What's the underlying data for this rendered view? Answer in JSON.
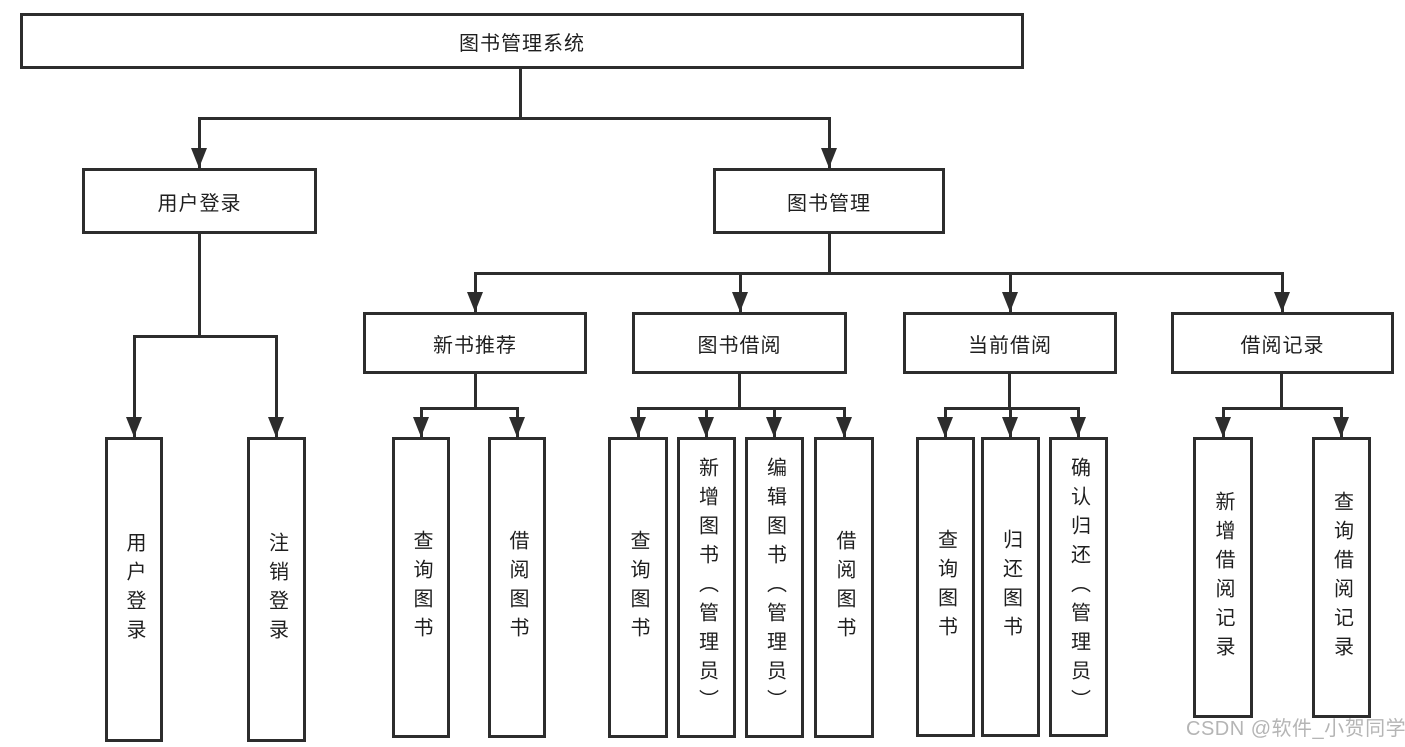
{
  "colors": {
    "line": "#2d2d2d",
    "text": "#1f1f1f",
    "box-bg": "#ffffff",
    "watermark": "#b5b5b5"
  },
  "nodes": {
    "root": "图书管理系统",
    "level2": {
      "user_login": "用户登录",
      "book_mgmt": "图书管理"
    },
    "level3": {
      "new_book_rec": "新书推荐",
      "book_borrow": "图书借阅",
      "current_borrow": "当前借阅",
      "borrow_record": "借阅记录"
    },
    "leaves": {
      "user_login_leaf": "用户登录",
      "logout": "注销登录",
      "query_book_a": "查询图书",
      "borrow_book_a": "借阅图书",
      "query_book_b": "查询图书",
      "add_book_admin": "新增图书（管理员）",
      "edit_book_admin": "编辑图书（管理员）",
      "borrow_book_b": "借阅图书",
      "query_book_c": "查询图书",
      "return_book": "归还图书",
      "confirm_return_admin": "确认归还（管理员）",
      "add_borrow_record": "新增借阅记录",
      "query_borrow_record": "查询借阅记录"
    }
  },
  "watermark": "CSDN @软件_小贺同学"
}
